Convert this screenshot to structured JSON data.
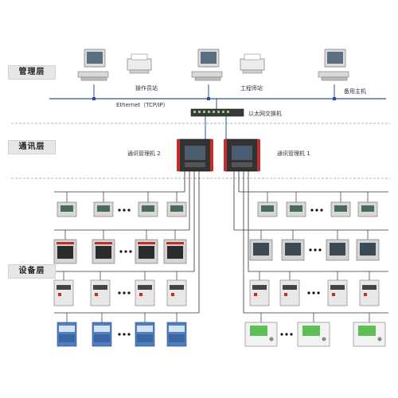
{
  "layers": {
    "management": "管理层",
    "communication": "通讯层",
    "device": "设备层"
  },
  "labels": {
    "operator_station": "操作员站",
    "engineer_station": "工程师站",
    "backup_host": "备用主机",
    "ethernet_bus": "Ethernet（TCP/IP）",
    "switch": "以太网交换机",
    "comm_manager_2": "通讯管理机 2",
    "comm_manager_1": "通讯管理机 1"
  },
  "colors": {
    "bus_blue": "#2a4f9c",
    "terminal_red": "#c0302a",
    "lcd_green": "#5fbf56",
    "module_blue": "#4f7fbf",
    "dashed_divider": "#9a9a9a"
  },
  "icons": [
    "computer-icon",
    "printer-icon",
    "switch-icon",
    "gateway-icon",
    "meter-icon",
    "relay-icon"
  ]
}
